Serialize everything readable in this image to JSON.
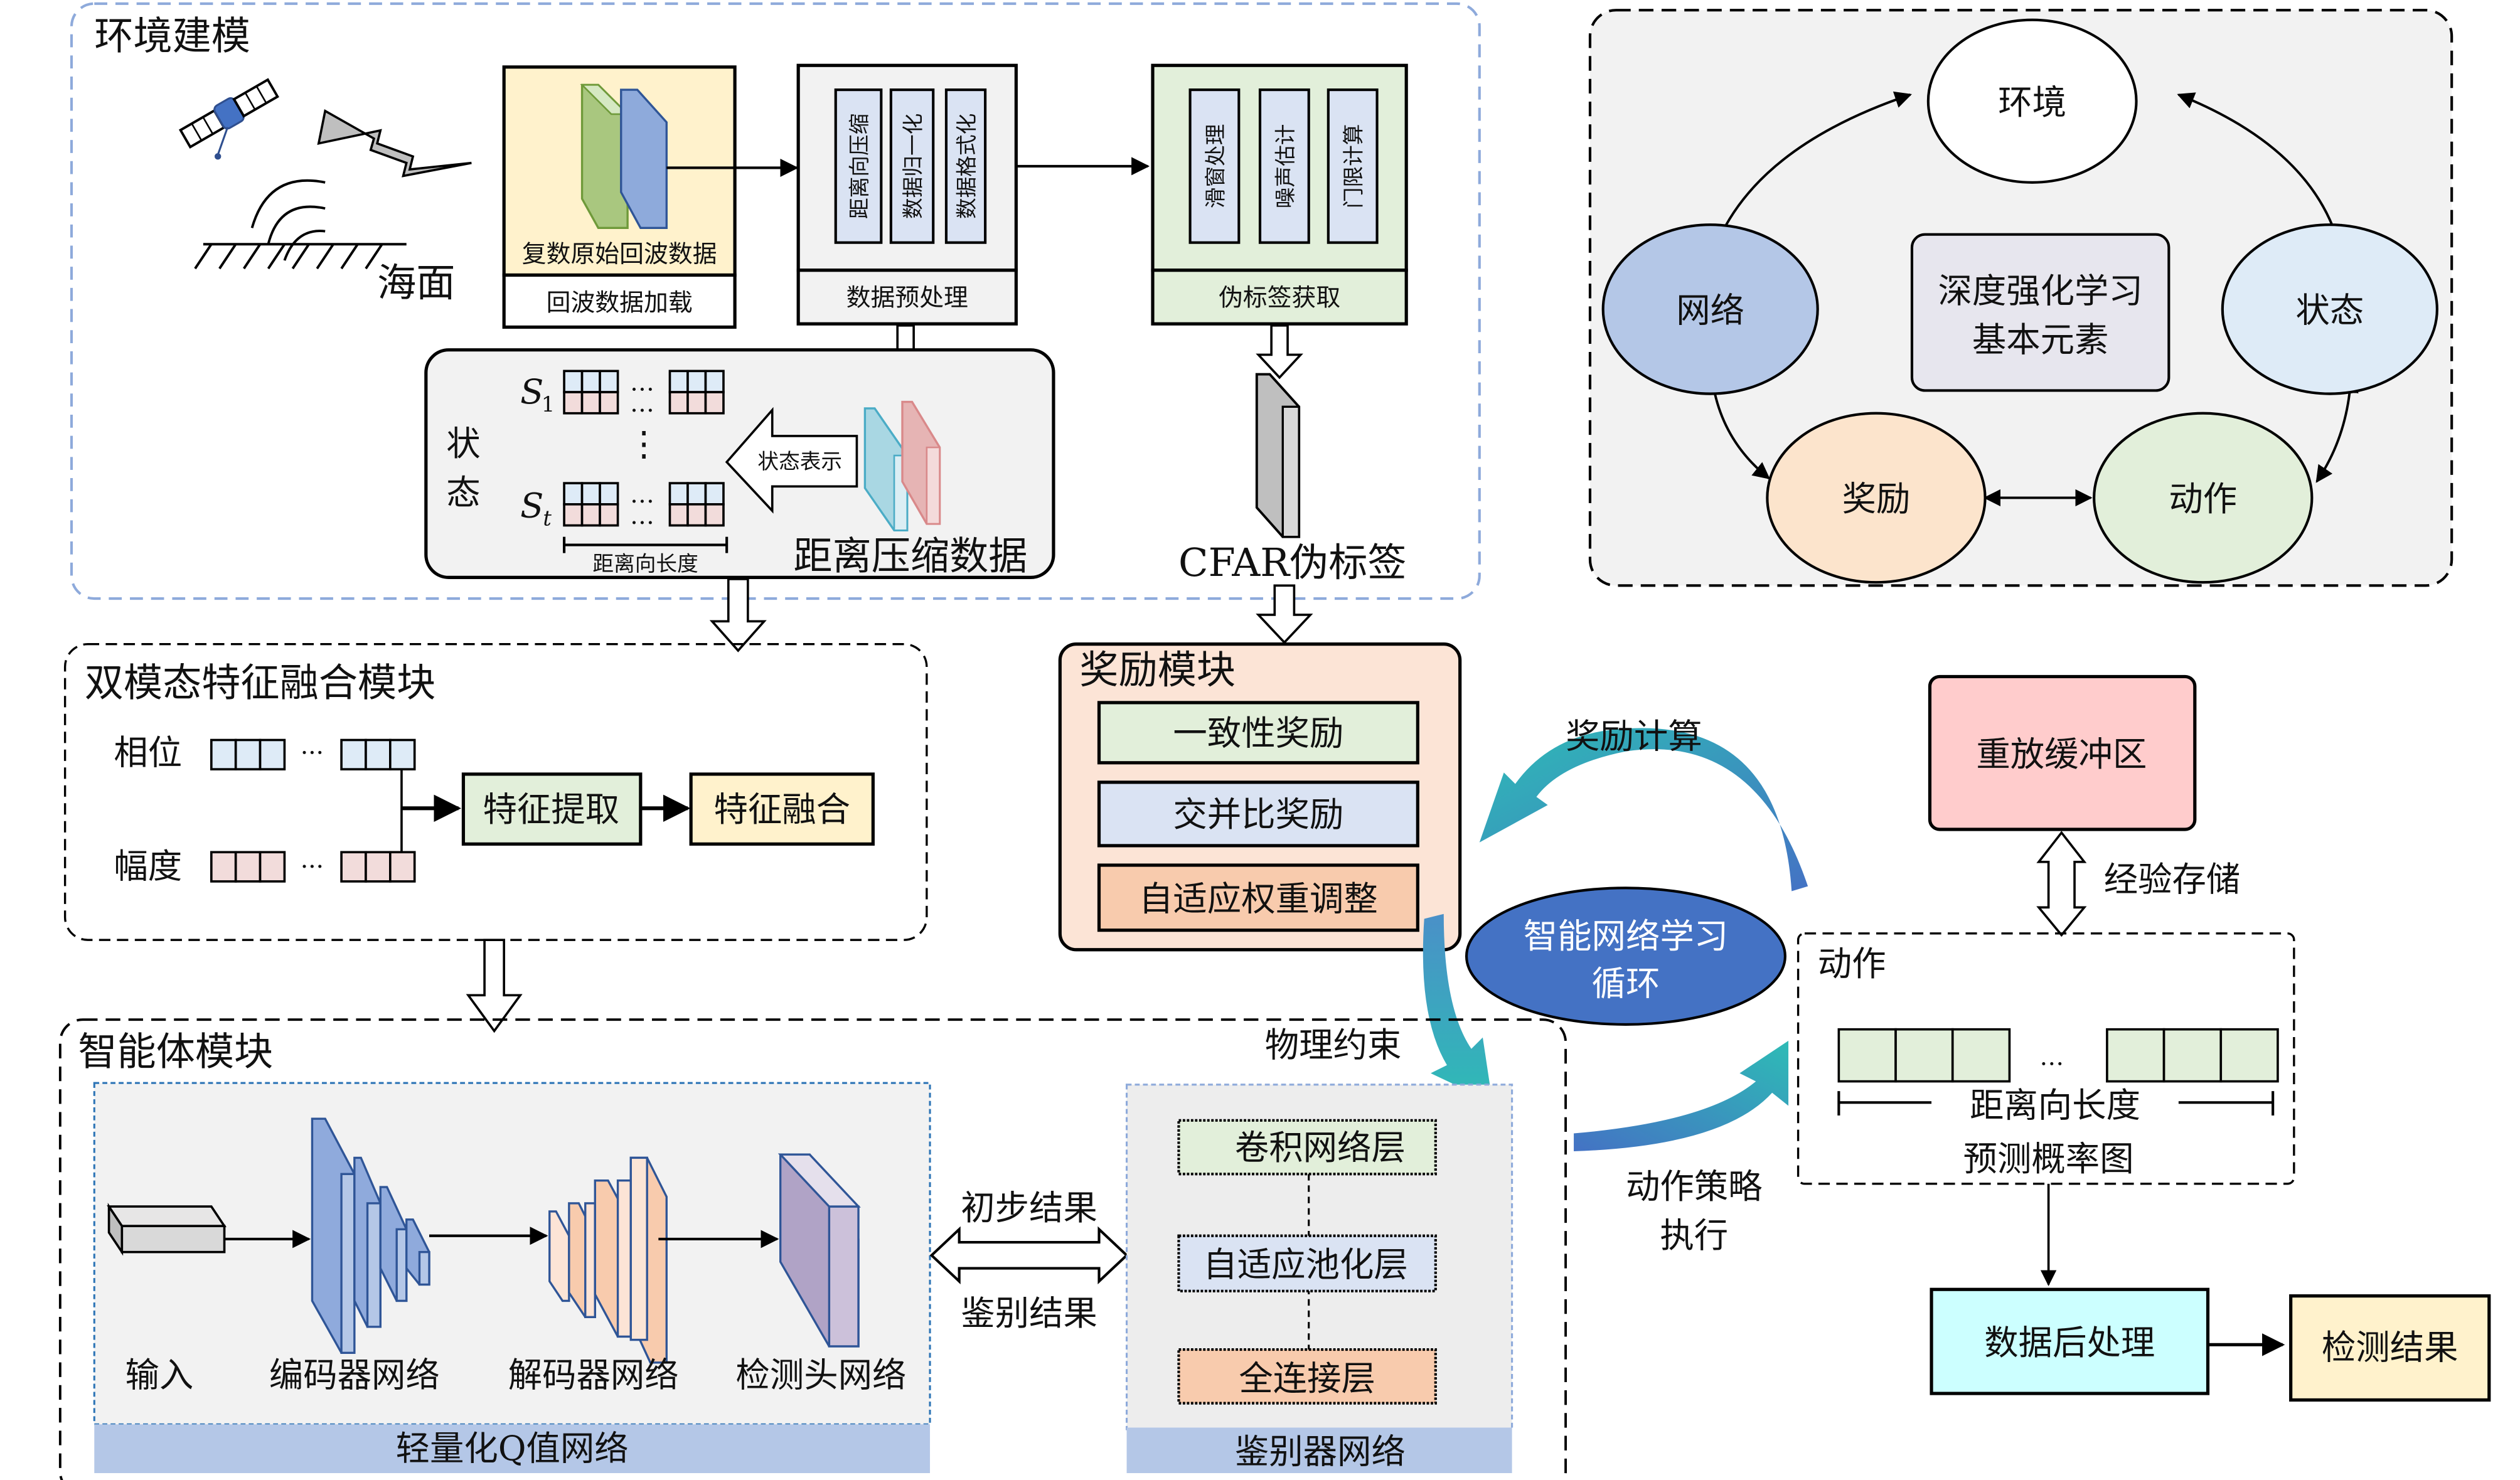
{
  "environment_modeling": {
    "title": "环境建模",
    "sea_label": "海面",
    "raw_echo": {
      "inner_label": "复数原始回波数据",
      "footer": "回波数据加载"
    },
    "preprocess": {
      "items": [
        "距离向压缩",
        "数据归一化",
        "数据格式化"
      ],
      "footer": "数据预处理"
    },
    "pseudo_label": {
      "items": [
        "滑窗处理",
        "噪声估计",
        "门限计算"
      ],
      "footer": "伪标签获取"
    },
    "state_panel": {
      "side_label": [
        "状",
        "态"
      ],
      "s1_label": "S",
      "s1_sub": "1",
      "st_label": "S",
      "st_sub": "t",
      "ellipsis": "…",
      "range_length_label": "距离向长度",
      "state_repr_arrow": "状态表示",
      "compressed_data_label": "距离压缩数据"
    },
    "cfar_label": "CFAR伪标签"
  },
  "drl_elements": {
    "center_title_line1": "深度强化学习",
    "center_title_line2": "基本元素",
    "nodes": [
      {
        "id": "env",
        "label": "环境",
        "color": "#ffffff"
      },
      {
        "id": "net",
        "label": "网络",
        "color": "#b4c7e7"
      },
      {
        "id": "state",
        "label": "状态",
        "color": "#deebf7"
      },
      {
        "id": "reward",
        "label": "奖励",
        "color": "#fce4cc"
      },
      {
        "id": "action",
        "label": "动作",
        "color": "#e2efda"
      }
    ]
  },
  "fusion_module": {
    "title": "双模态特征融合模块",
    "phase_label": "相位",
    "amplitude_label": "幅度",
    "ellipsis": "···",
    "extract_label": "特征提取",
    "fuse_label": "特征融合"
  },
  "reward_module": {
    "title": "奖励模块",
    "items": [
      {
        "label": "一致性奖励",
        "color": "#e2efda"
      },
      {
        "label": "交并比奖励",
        "color": "#dae3f3"
      },
      {
        "label": "自适应权重调整",
        "color": "#f8cbad"
      }
    ]
  },
  "learning_loop": {
    "center_line1": "智能网络学习",
    "center_line2": "循环",
    "reward_calc": "奖励计算",
    "physical_constraint": "物理约束",
    "action_policy_line1": "动作策略",
    "action_policy_line2": "执行"
  },
  "replay": {
    "buffer_label": "重放缓冲区",
    "storage_label": "经验存储"
  },
  "action_panel": {
    "title": "动作",
    "ellipsis": "…",
    "range_length_label": "距离向长度",
    "prob_map_label": "预测概率图"
  },
  "post": {
    "postprocess_label": "数据后处理",
    "result_label": "检测结果"
  },
  "agent_module": {
    "title": "智能体模块",
    "q_network": {
      "footer": "轻量化Q值网络",
      "input_label": "输入",
      "encoder_label": "编码器网络",
      "decoder_label": "解码器网络",
      "head_label": "检测头网络"
    },
    "preliminary_result": "初步结果",
    "discrimination_result": "鉴别结果",
    "discriminator": {
      "footer": "鉴别器网络",
      "layers": [
        "卷积网络层",
        "自适应池化层",
        "全连接层"
      ]
    }
  },
  "colors": {
    "dashed_blue": "#8eaadb",
    "teal": "#2ebbb6",
    "loop_blue": "#4472c4",
    "panel_gray": "#f2f2f2"
  }
}
